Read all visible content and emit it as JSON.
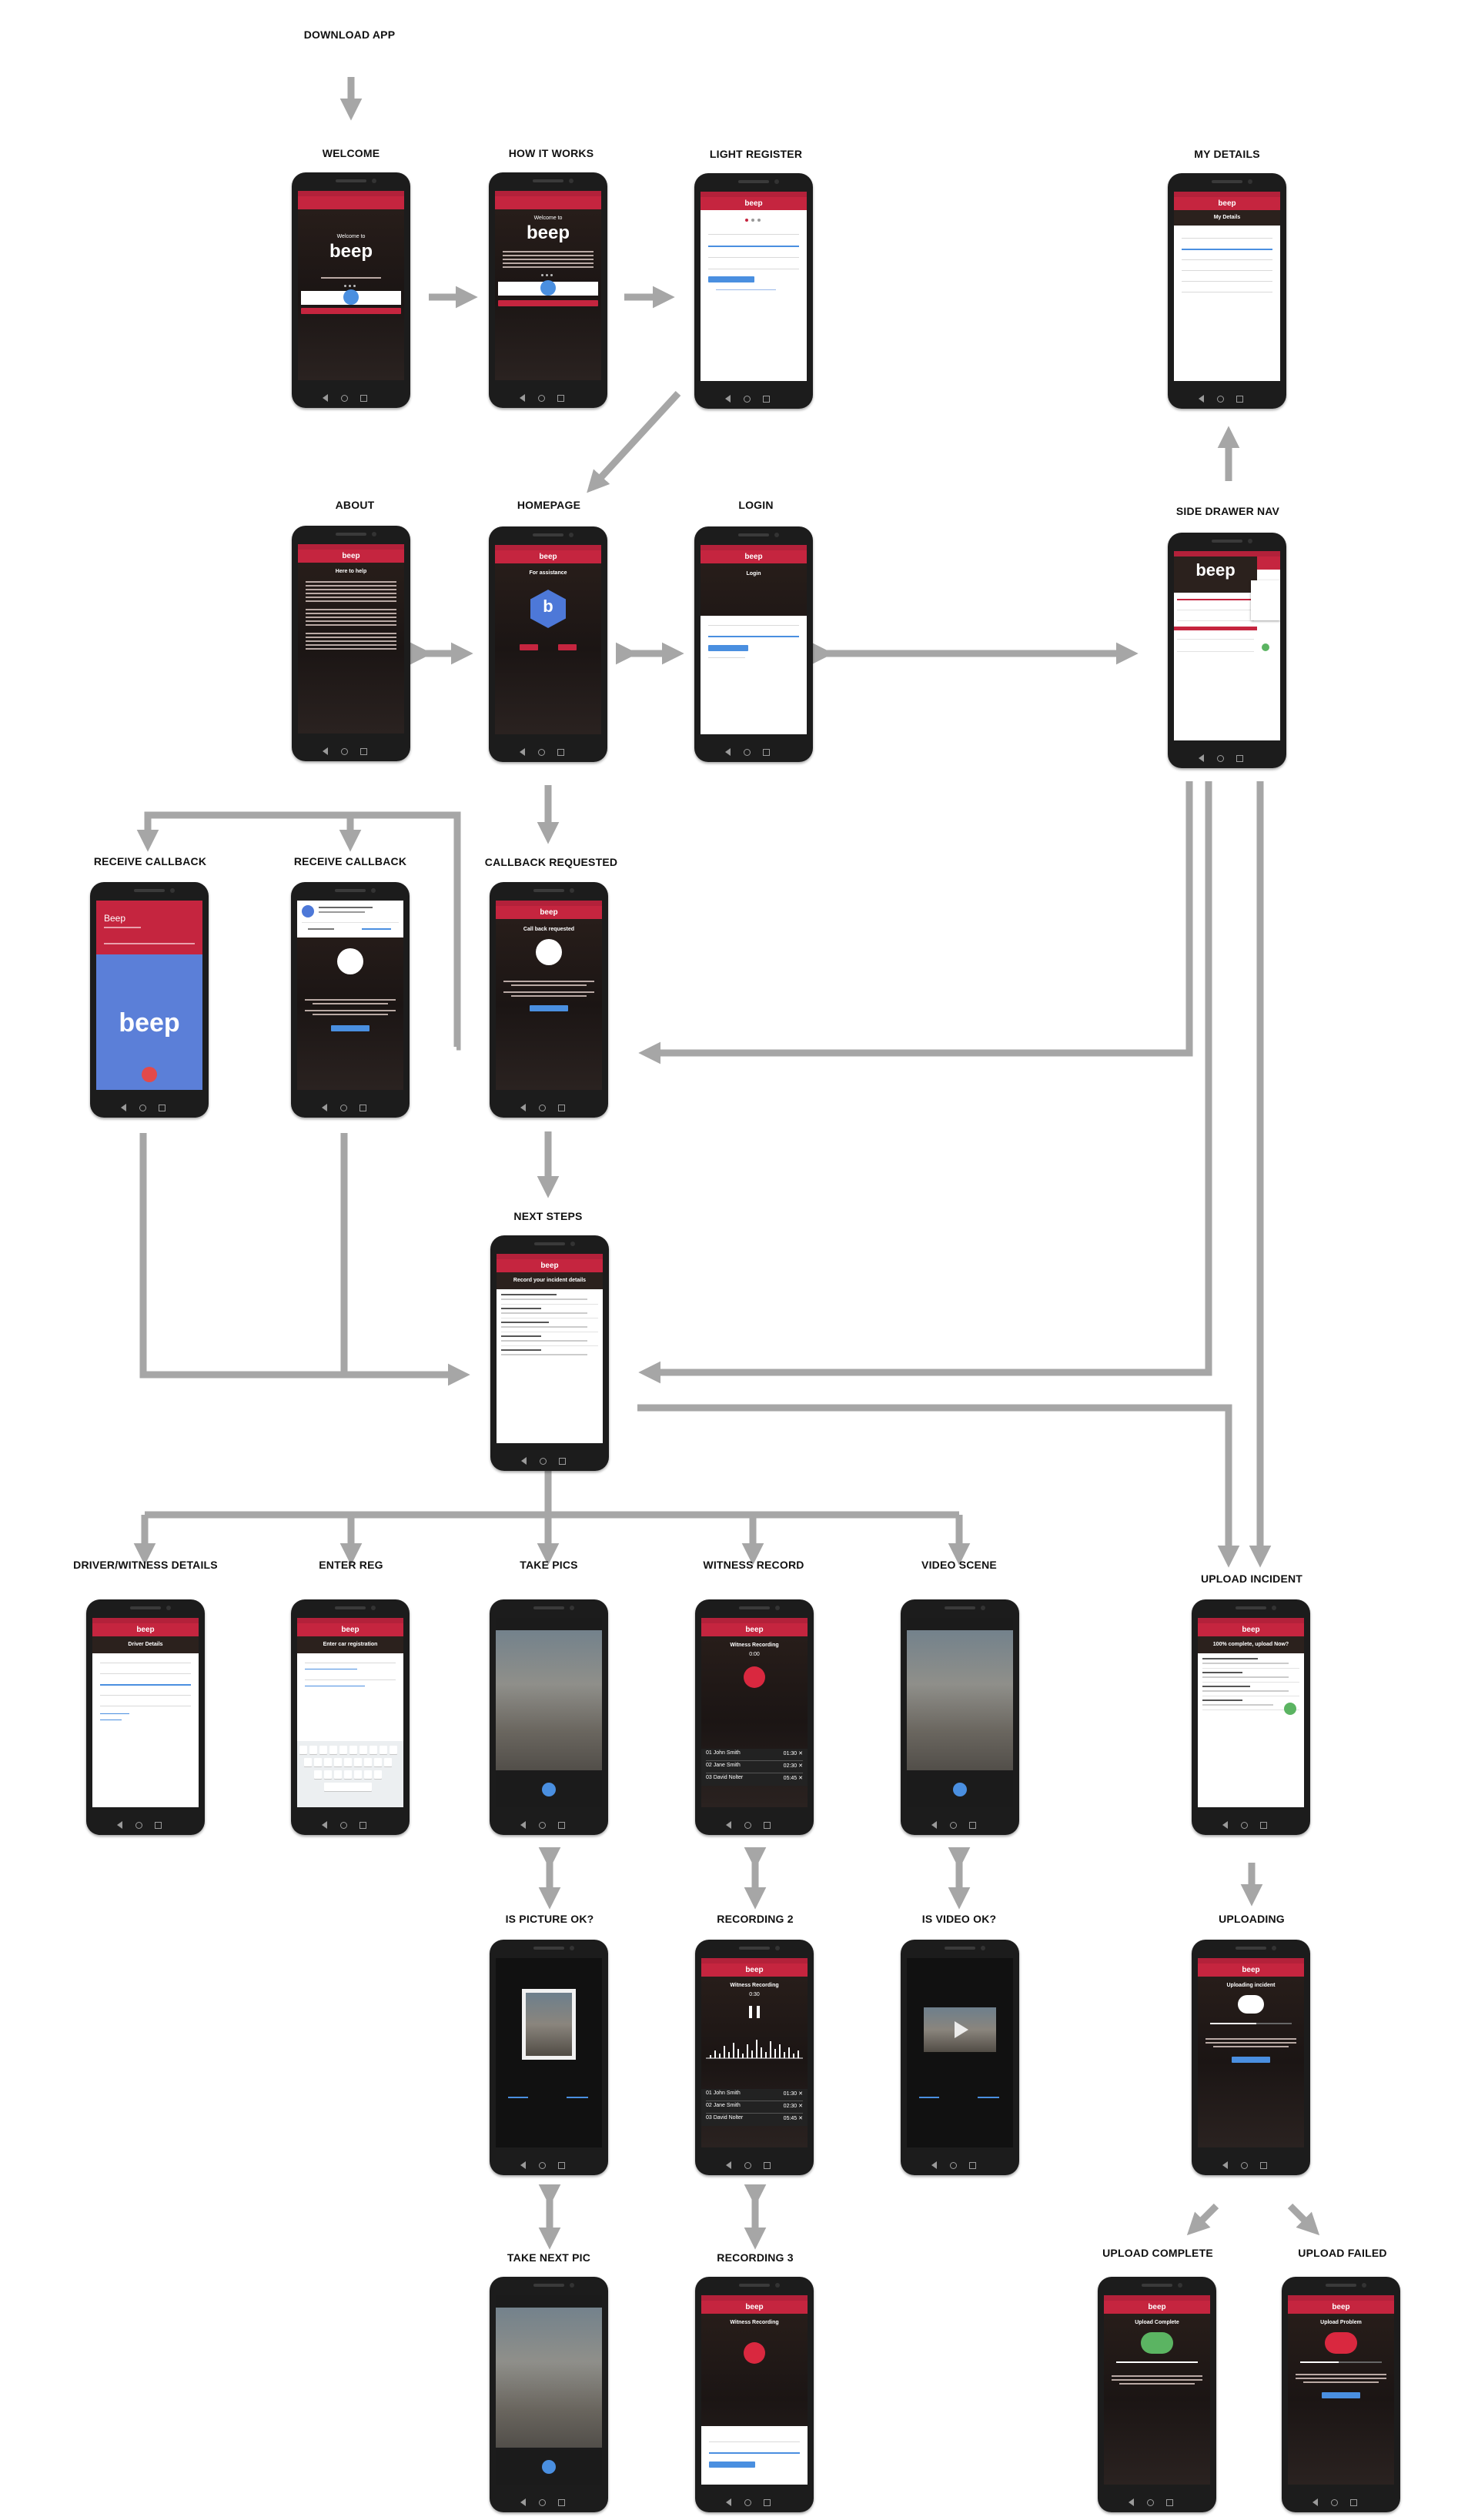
{
  "app": {
    "name": "beep"
  },
  "labels": {
    "download": "DOWNLOAD APP",
    "welcome": "WELCOME",
    "how": "HOW IT WORKS",
    "light_register": "LIGHT REGISTER",
    "my_details": "MY DETAILS",
    "about": "ABOUT",
    "homepage": "HOMEPAGE",
    "login": "LOGIN",
    "side_drawer": "SIDE DRAWER NAV",
    "receive_callback_1": "RECEIVE CALLBACK",
    "receive_callback_2": "RECEIVE CALLBACK",
    "callback_requested": "CALLBACK REQUESTED",
    "next_steps": "NEXT STEPS",
    "driver_witness": "DRIVER/WITNESS DETAILS",
    "enter_reg": "ENTER REG",
    "take_pics": "TAKE PICS",
    "witness_record": "WITNESS RECORD",
    "video_scene": "VIDEO SCENE",
    "upload_incident": "UPLOAD INCIDENT",
    "is_picture_ok": "IS PICTURE OK?",
    "recording_2": "RECORDING 2",
    "is_video_ok": "IS VIDEO OK?",
    "uploading": "UPLOADING",
    "take_next_pic": "TAKE NEXT PIC",
    "recording_3": "RECORDING 3",
    "upload_complete": "UPLOAD COMPLETE",
    "upload_failed": "UPLOAD FAILED"
  },
  "screens": {
    "welcome_title": "Welcome to",
    "my_details_title": "My Details",
    "about_title": "Here to help",
    "homepage_title": "For assistance",
    "login_title": "Login",
    "callback_title": "Call back requested",
    "next_steps_title": "Record your incident details",
    "driver_title": "Driver Details",
    "reg_title": "Enter car registration",
    "witness_title": "Witness Recording",
    "witness_time_1": "0:00",
    "witness_time_2": "0:30",
    "upload_title": "100% complete, upload Now?",
    "uploading_title": "Uploading incident",
    "complete_title": "Upload Complete",
    "failed_title": "Upload Problem",
    "incoming_name": "Beep",
    "recordings": [
      {
        "n": "01",
        "name": "John Smith",
        "t": "01:30"
      },
      {
        "n": "02",
        "name": "Jane Smith",
        "t": "02:30"
      },
      {
        "n": "03",
        "name": "David Nolter",
        "t": "05:45"
      }
    ]
  },
  "colors": {
    "brand": "#c5253f",
    "accent": "#4a8fe0",
    "arrow": "#a6a6a6"
  }
}
